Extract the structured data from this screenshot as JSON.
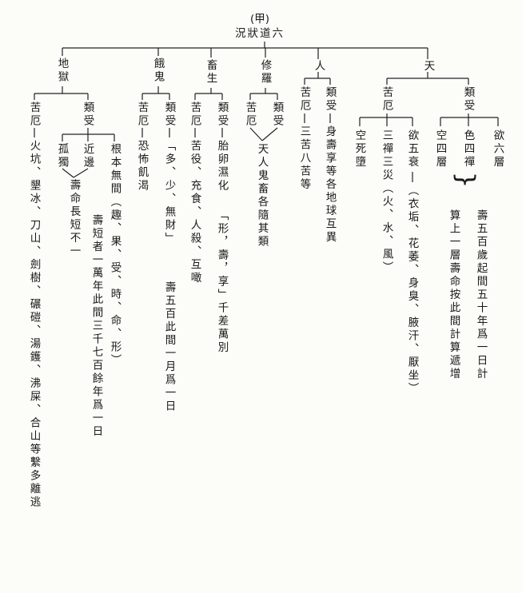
{
  "header": {
    "label": "(甲)",
    "title": "況狀道六"
  },
  "realms": {
    "hell": "地獄",
    "ghost": "餓鬼",
    "animal": "畜生",
    "asura": "修羅",
    "human": "人",
    "deva": "天"
  },
  "common": {
    "suffering": "苦厄",
    "lifespan": "類受"
  },
  "hell": {
    "suffering_text": "火坑、墾冰、刀山、劍樹、碾磑、湯鑊、沸屎、合山等繫多離逃",
    "solitary": "孤獨",
    "nearby": "近邊",
    "lifespan_text": "壽命長短不一",
    "root": "根本無間（趣、果、受、時、命、形）",
    "root_life": "壽短者一萬年此間三千七百餘年爲一日"
  },
  "ghost": {
    "suffering_text": "恐怖飢渴",
    "kinds": "「多、少、無財」",
    "life": "壽五百此間一月爲一日"
  },
  "animal": {
    "birth": "胎卵濕化",
    "forms": "「形，壽，享」千差萬別",
    "suffering_text": "苦役、充食、人殺、互噉"
  },
  "asura": {
    "shared": "天人鬼畜各隨其類"
  },
  "human": {
    "suffering_text": "三苦八苦等",
    "lifespan_text": "身壽享等各地球互異"
  },
  "deva": {
    "empty_birth": "空死墮",
    "disasters": "三禪三災（火、水、風）",
    "decay_label": "欲五衰",
    "decay_text": "（衣垢、花萎、身臭、腋汗、厭坐）",
    "kama": "欲六層",
    "rupa": "色四禪",
    "arupa": "空四層",
    "brace": "}",
    "life1": "壽五百歲起間五十年爲一日計",
    "life2": "算上一層壽命按此間計算遞增"
  }
}
